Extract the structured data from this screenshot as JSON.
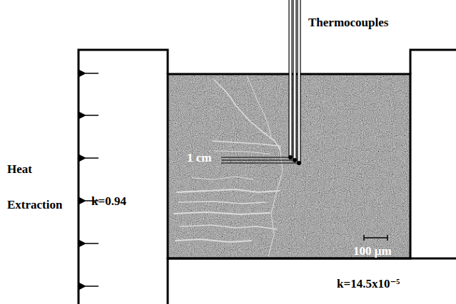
{
  "diagram": {
    "nodes": [
      {
        "text": [
          "k=0.94"
        ]
      },
      {
        "text": [
          "1 cm",
          "100 μm"
        ]
      },
      {
        "text": [
          "k=14.5x10⁻⁵"
        ]
      }
    ],
    "labels": [
      "Thermocouples",
      "Heat Extraction"
    ]
  }
}
